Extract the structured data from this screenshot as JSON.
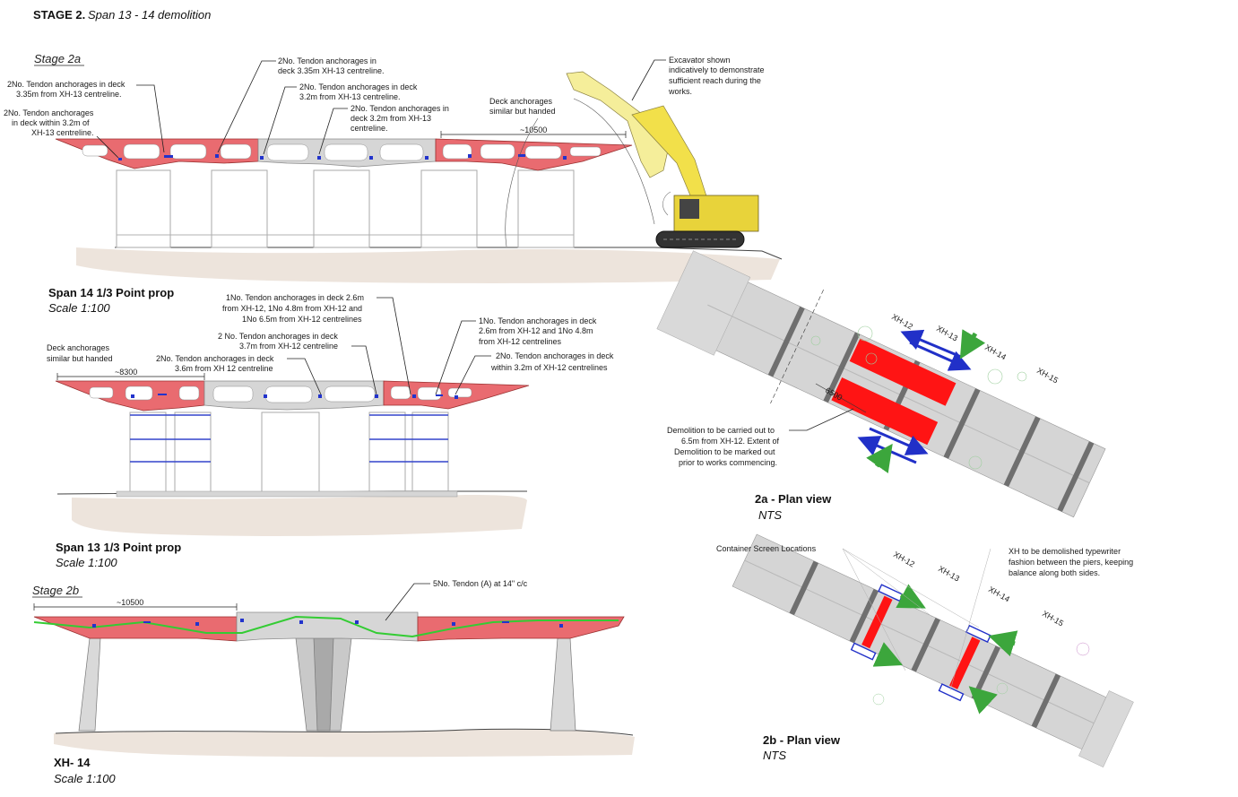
{
  "page": {
    "title_bold": "STAGE 2.",
    "title_italic": "Span 13 - 14 demolition"
  },
  "stage2a": {
    "label": "Stage 2a",
    "notes": {
      "n1a": "2No. Tendon anchorages in deck",
      "n1b": "3.35m from  XH-13 centreline.",
      "n2a": "2No. Tendon anchorages",
      "n2b": "in deck within 3.2m of",
      "n2c": "XH-13 centreline.",
      "n3a": "2No. Tendon anchorages in",
      "n3b": "deck 3.35m XH-13 centreline.",
      "n4a": "2No. Tendon anchorages in deck",
      "n4b": "3.2m from XH-13 centreline.",
      "n5a": "2No. Tendon anchorages in",
      "n5b": "deck 3.2m from XH-13",
      "n5c": "centreline.",
      "n6a": "Deck anchorages",
      "n6b": "similar but handed",
      "dim": "~10500",
      "exc_a": "Excavator shown",
      "exc_b": "indicatively to demonstrate",
      "exc_c": "sufficient reach during the",
      "exc_d": "works."
    },
    "heading": "Span 14  1/3 Point prop",
    "scale": "Scale 1:100"
  },
  "span13": {
    "notes": {
      "m1a": "1No. Tendon anchorages in deck 2.6m",
      "m1b": "from XH-12, 1No 4.8m from XH-12 and",
      "m1c": "1No 6.5m from XH-12 centrelines",
      "m2a": "2 No. Tendon anchorages in deck",
      "m2b": "3.7m from XH-12 centreline",
      "m3a": "2No. Tendon anchorages in deck",
      "m3b": "3.6m from XH 12 centreline",
      "m4a": "1No. Tendon anchorages in deck",
      "m4b": "2.6m from XH-12 and 1No 4.8m",
      "m4c": "from XH-12 centrelines",
      "m5a": "2No. Tendon anchorages in deck",
      "m5b": "within 3.2m of XH-12 centrelines",
      "m6a": "Deck anchorages",
      "m6b": "similar but handed",
      "dim": "~8300"
    },
    "heading": "Span 13 1/3 Point prop",
    "scale": "Scale 1:100"
  },
  "stage2b": {
    "label": "Stage 2b",
    "dim": "~10500",
    "tendon": "5No. Tendon (A) at 14\" c/c",
    "heading": "XH- 14",
    "scale": "Scale 1:100"
  },
  "plan2a": {
    "piers": [
      "XH-12",
      "XH-13",
      "XH-14",
      "XH-15"
    ],
    "dim": "6500",
    "note_a": "Demolition to be carried out to",
    "note_b": "6.5m from XH-12. Extent of",
    "note_c": "Demolition to be marked out",
    "note_d": "prior to works commencing.",
    "heading": "2a - Plan view",
    "scale": "NTS"
  },
  "plan2b": {
    "piers": [
      "XH-12",
      "XH-13",
      "XH-14",
      "XH-15"
    ],
    "container": "Container Screen Locations",
    "note_a": "XH to be demolished typewriter",
    "note_b": "fashion between the piers, keeping",
    "note_c": "balance along both sides.",
    "heading": "2b - Plan view",
    "scale": "NTS"
  },
  "colors": {
    "demolish_red": "#e96b70",
    "plan_red": "#ff1414",
    "retained_grey": "#d6d6d6",
    "tendon_green": "#33cc33",
    "arrow_blue": "#2130c8",
    "arrow_green": "#3ca63c",
    "excavator_yellow": "#f2e04a"
  }
}
